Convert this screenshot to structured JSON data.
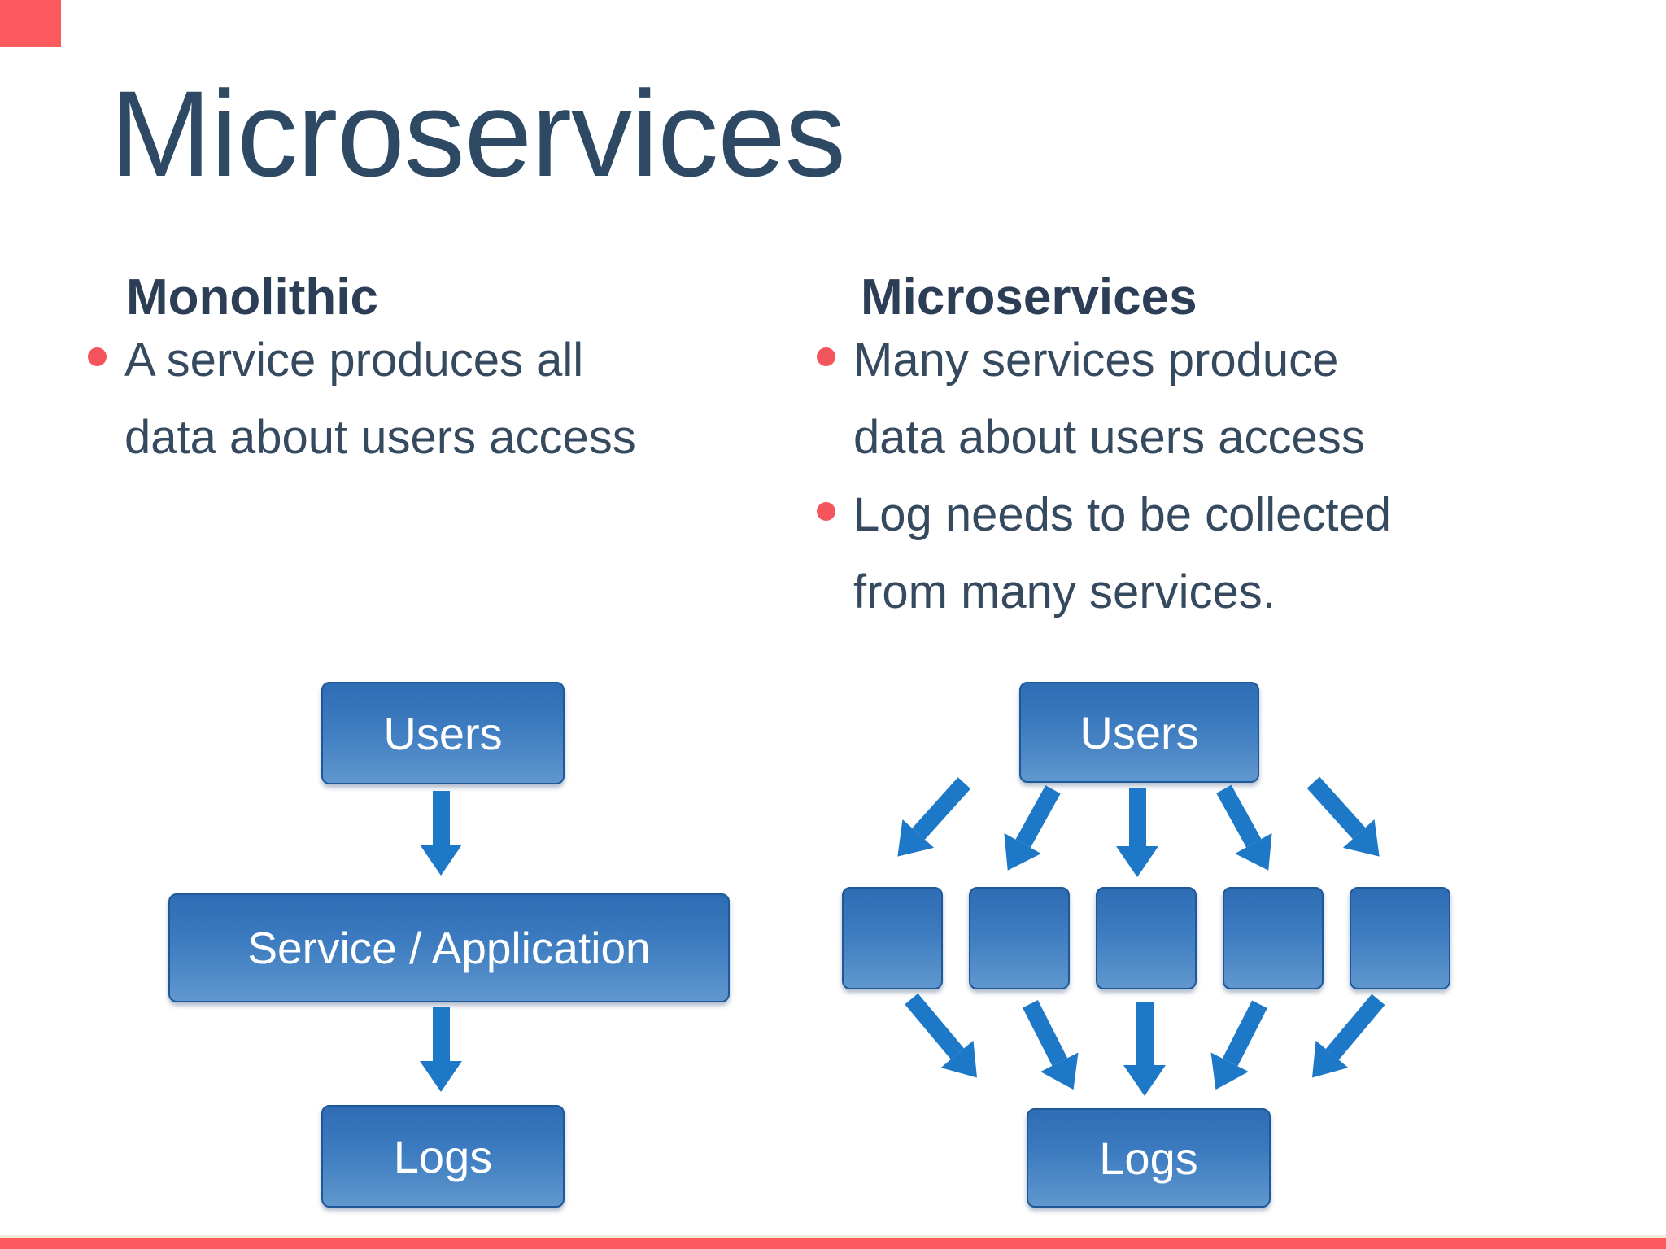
{
  "slide": {
    "title": "Microservices",
    "columns": [
      {
        "heading": "Monolithic",
        "bullets": [
          {
            "lines": [
              "A service produces all",
              "data about users access"
            ]
          }
        ]
      },
      {
        "heading": "Microservices",
        "bullets": [
          {
            "lines": [
              "Many services produce",
              "data about users access"
            ]
          },
          {
            "lines": [
              "Log needs to be collected",
              "from many services."
            ]
          }
        ]
      }
    ],
    "diagram_monolithic": {
      "nodes": {
        "top": "Users",
        "middle": "Service / Application",
        "bottom": "Logs"
      }
    },
    "diagram_microservices": {
      "top": "Users",
      "bottom": "Logs",
      "service_boxes": 5
    },
    "colors": {
      "title_text": "#2d4963",
      "heading_text": "#2c3e56",
      "body_text": "#35495f",
      "bullet_dot": "#f4555c",
      "box_gradient_top": "#2e6cb4",
      "box_gradient_bottom": "#6097ce",
      "box_border": "#1e5899",
      "arrow_blue": "#1e78c8",
      "bottom_bar_red": "#fb5a5f",
      "bottom_bar_cream_line": "#f3ead8",
      "corner_accent_red": "#fb5a5f"
    }
  }
}
